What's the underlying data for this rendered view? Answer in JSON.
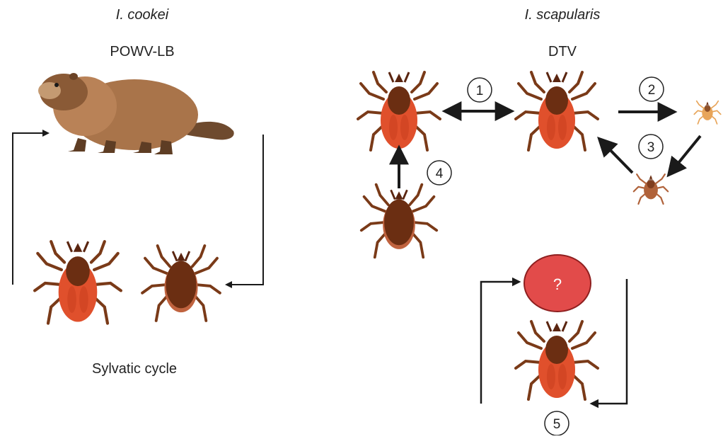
{
  "left_panel": {
    "species": "I. cookei",
    "virus": "POWV-LB",
    "cycle_label": "Sylvatic cycle",
    "host_icon": "groundhog-icon",
    "ticks": [
      "engorged-female-tick-icon",
      "male-tick-icon"
    ]
  },
  "right_panel": {
    "species": "I. scapularis",
    "virus": "DTV",
    "unknown_host": "?",
    "steps": [
      "1",
      "2",
      "3",
      "4",
      "5"
    ]
  },
  "colors": {
    "tick_body": "#e0502c",
    "tick_scutum": "#6b2e12",
    "tick_legs": "#7a3a18",
    "groundhog": "#a9744a",
    "unknown_host": "#e24b4a",
    "arrow": "#1a1a1a"
  }
}
